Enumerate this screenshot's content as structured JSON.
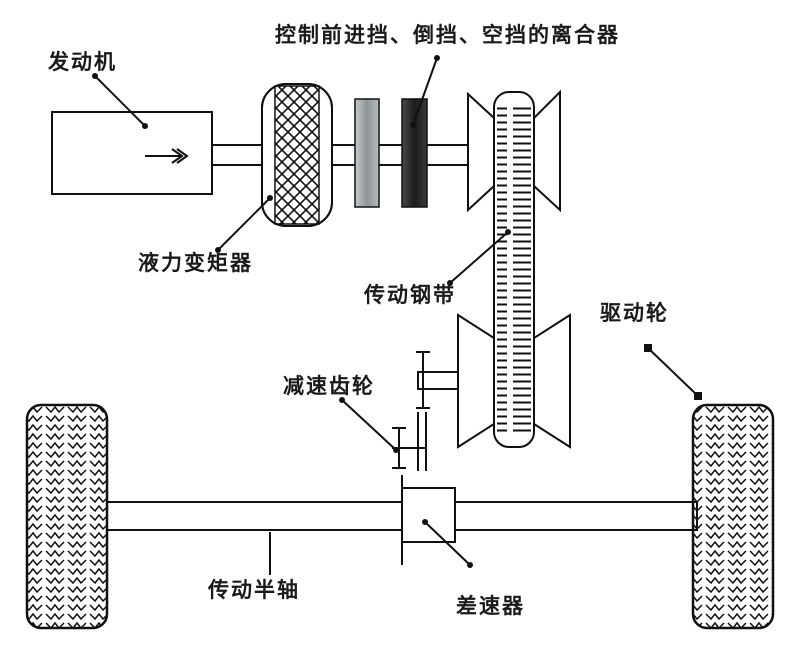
{
  "labels": {
    "engine": "发动机",
    "clutch": "控制前进挡、倒挡、空挡的离合器",
    "torque_converter": "液力变矩器",
    "steel_belt": "传动钢带",
    "drive_wheel": "驱动轮",
    "reduction_gear": "减速齿轮",
    "half_shaft": "传动半轴",
    "differential": "差速器"
  },
  "colors": {
    "outline": "#111111",
    "clutch_plate_light": "#8f9597",
    "clutch_plate_dark": "#2a2a2a",
    "background": "#ffffff"
  }
}
